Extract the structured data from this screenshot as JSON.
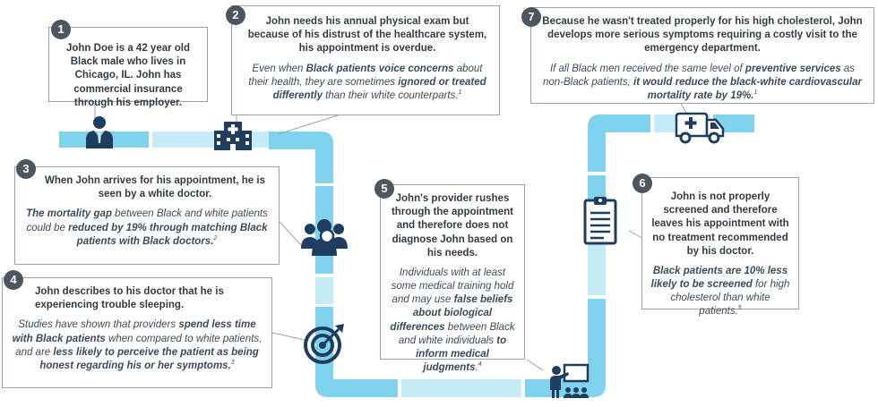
{
  "steps": [
    {
      "num": "1",
      "narrative": "John Doe is a 42 year old Black male who lives in Chicago, IL. John has commercial insurance through his employer."
    },
    {
      "num": "2",
      "narrative": "John needs his annual physical exam but because of his distrust of the healthcare system, his appointment is overdue.",
      "evidence": [
        {
          "t": "Even when "
        },
        {
          "t": "Black patients voice concerns",
          "b": true
        },
        {
          "t": " about their health, they are sometimes "
        },
        {
          "t": "ignored or treated differently",
          "b": true
        },
        {
          "t": " than their white counterparts."
        },
        {
          "t": "1",
          "sup": true
        }
      ]
    },
    {
      "num": "3",
      "narrative": "When John arrives for his appointment, he is seen by a white doctor.",
      "evidence": [
        {
          "t": "The mortality gap",
          "b": true
        },
        {
          "t": " between Black and white patients could be "
        },
        {
          "t": "reduced by 19%",
          "b": true
        },
        {
          "t": "  "
        },
        {
          "t": "through matching Black patients with Black doctors.",
          "b": true
        },
        {
          "t": "2",
          "sup": true
        }
      ]
    },
    {
      "num": "4",
      "narrative": "John describes to his doctor that he is experiencing trouble sleeping.",
      "evidence": [
        {
          "t": "Studies have shown that providers "
        },
        {
          "t": "spend less time with Black patients",
          "b": true
        },
        {
          "t": " when compared to white patients, and are "
        },
        {
          "t": "less likely to perceive the patient as being honest regarding his or her symptoms.",
          "b": true
        },
        {
          "t": "3",
          "sup": true
        }
      ]
    },
    {
      "num": "5",
      "narrative": "John's provider rushes through the appointment and therefore does not diagnose John based on his needs.",
      "evidence": [
        {
          "t": "Individuals with at least some medical training hold and may use "
        },
        {
          "t": "false beliefs about biological differences",
          "b": true
        },
        {
          "t": " between Black and white individuals "
        },
        {
          "t": "to inform medical judgments",
          "b": true
        },
        {
          "t": "."
        },
        {
          "t": "4",
          "sup": true
        }
      ]
    },
    {
      "num": "6",
      "narrative": "John is not properly screened and therefore leaves his appointment with no treatment recommended by his doctor.",
      "evidence": [
        {
          "t": "Black patients are 10% less likely to be screened",
          "b": true
        },
        {
          "t": " for high cholesterol than white patients."
        },
        {
          "t": "5",
          "sup": true
        }
      ]
    },
    {
      "num": "7",
      "narrative": "Because he wasn't treated properly for his high cholesterol, John develops more serious symptoms requiring a costly visit to the emergency department.",
      "evidence": [
        {
          "t": "If all Black men received the same level of "
        },
        {
          "t": "preventive services",
          "b": true
        },
        {
          "t": " as non-Black patients, "
        },
        {
          "t": "it would reduce the black-white cardiovascular mortality rate by 19%.",
          "b": true
        },
        {
          "t": "1",
          "sup": true
        }
      ]
    }
  ],
  "colors": {
    "path_light": "#c4ebf6",
    "path_dark": "#7fd3ec",
    "badge": "#4d565f",
    "icon": "#1f3d5f"
  },
  "icons": [
    "person-icon",
    "hospital-icon",
    "doctor-group-icon",
    "target-icon",
    "teacher-icon",
    "clipboard-icon",
    "ambulance-icon"
  ]
}
